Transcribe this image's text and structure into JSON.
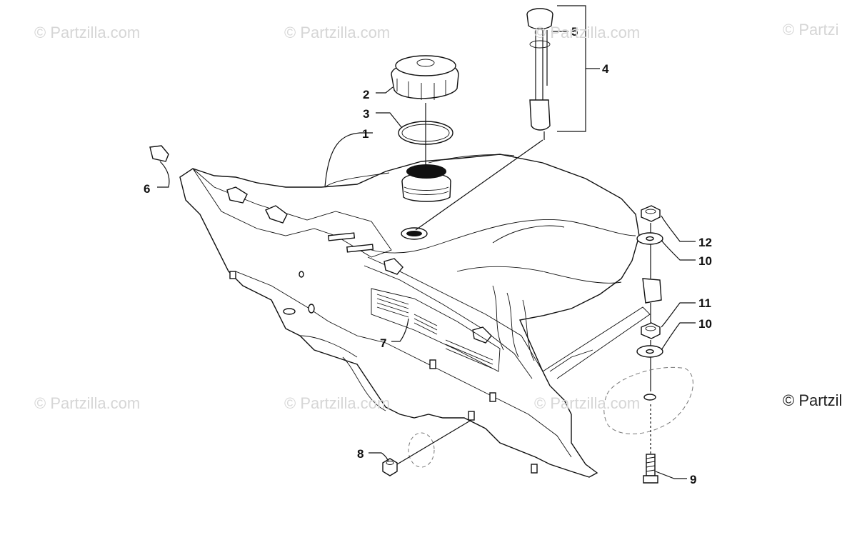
{
  "watermarks": [
    "© Partzilla.com",
    "© Partzilla.com",
    "© Partzilla.com",
    "© Partzi",
    "© Partzilla.com",
    "© Partzilla.com",
    "© Partzilla.com"
  ],
  "watermark_edge": "© Partzil",
  "callouts": [
    "1",
    "2",
    "3",
    "4",
    "5",
    "6",
    "7",
    "8",
    "9",
    "10",
    "10",
    "11",
    "12"
  ],
  "colors": {
    "line": "#111111",
    "watermark": "#d6d6d6",
    "background": "#ffffff"
  }
}
